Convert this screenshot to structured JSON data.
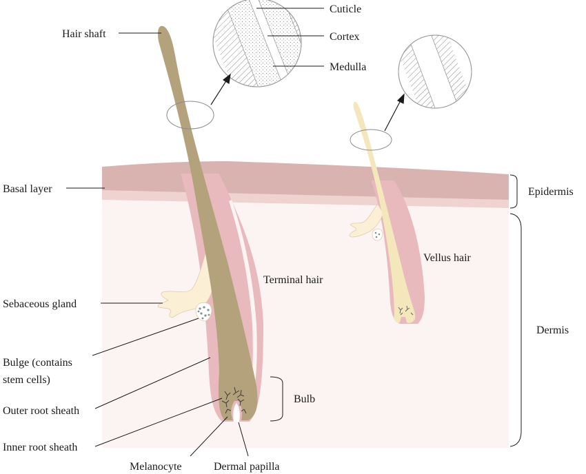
{
  "colors": {
    "epidermis": "#d9b3b0",
    "basal_band": "#efd3d1",
    "dermis": "#fbf4f3",
    "sheath": "#e8b9bd",
    "terminal_hair": "#b4a27d",
    "vellus_hair": "#f4e7bb",
    "sebaceous": "#fbf0d6",
    "bulge_dots": "#8fa3a2",
    "outline": "#9a9a9a",
    "leader": "#1a1a1a"
  },
  "labels": {
    "hair_shaft": "Hair shaft",
    "cuticle": "Cuticle",
    "cortex": "Cortex",
    "medulla": "Medulla",
    "basal_layer": "Basal layer",
    "epidermis": "Epidermis",
    "dermis": "Dermis",
    "terminal_hair": "Terminal hair",
    "vellus_hair": "Vellus hair",
    "sebaceous_gland": "Sebaceous gland",
    "bulge_line1": "Bulge (contains",
    "bulge_line2": "stem cells)",
    "outer_root_sheath": "Outer root sheath",
    "inner_root_sheath": "Inner root sheath",
    "bulb": "Bulb",
    "melanocyte": "Melanocyte",
    "dermal_papilla": "Dermal papilla"
  }
}
